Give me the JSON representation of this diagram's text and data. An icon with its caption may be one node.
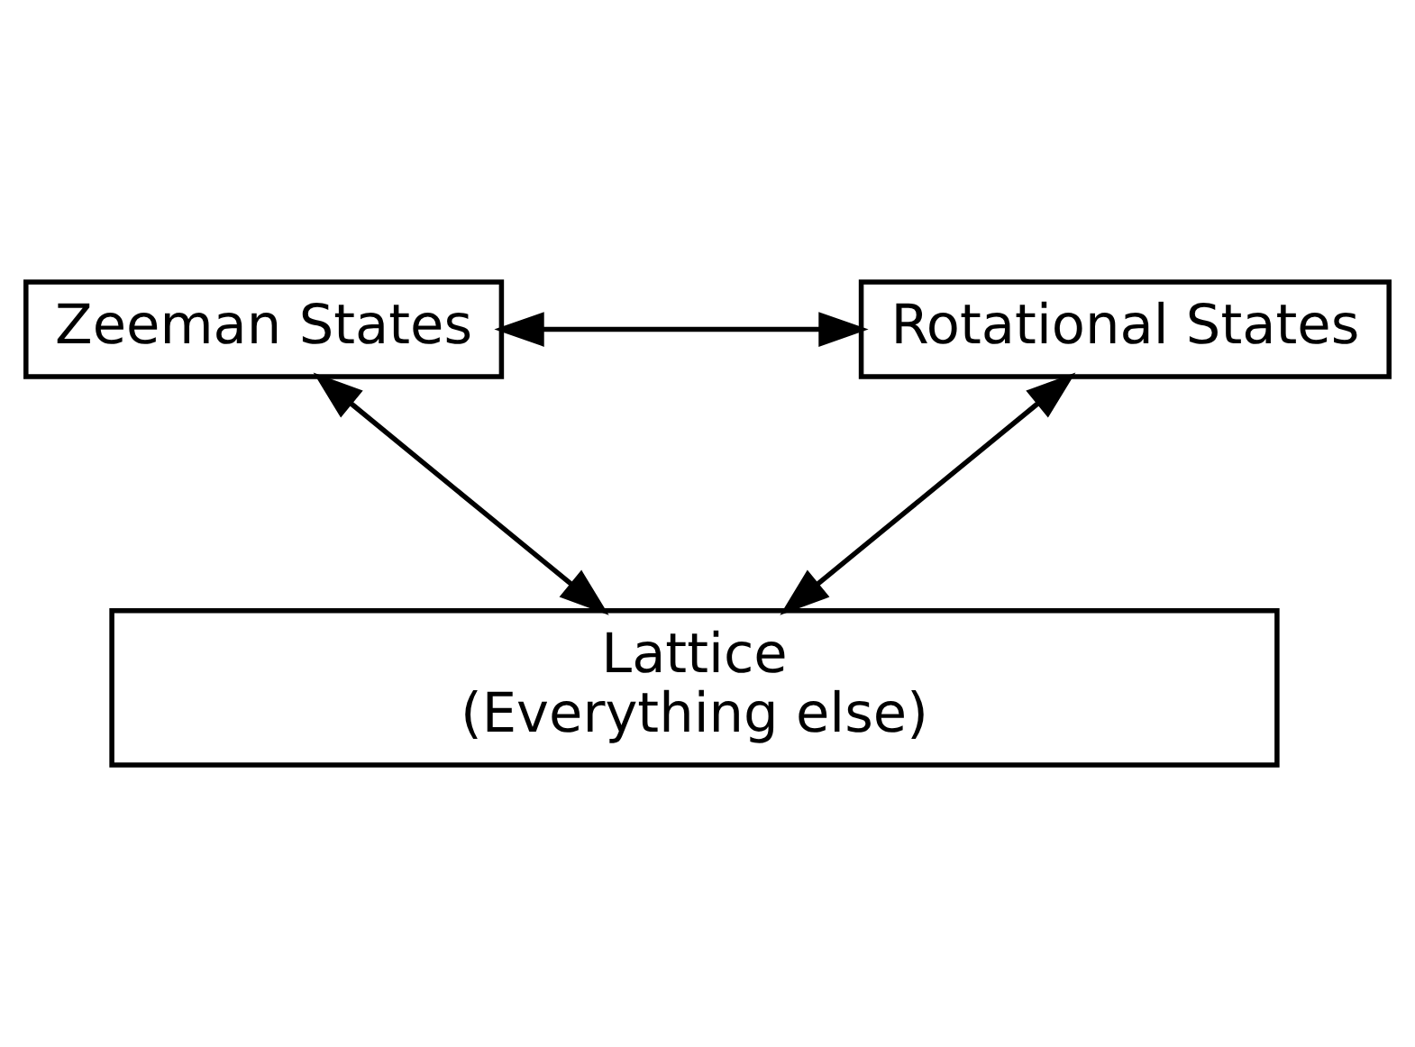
{
  "diagram": {
    "nodes": [
      {
        "text": [
          "Zeeman States"
        ]
      },
      {
        "text": [
          "Rotational States"
        ]
      },
      {
        "text": [
          "Lattice",
          "(Everything else)"
        ]
      }
    ],
    "edges": [
      {
        "from": 0,
        "to": 1,
        "arrow": "both"
      },
      {
        "from": 0,
        "to": 2,
        "arrow": "both"
      },
      {
        "from": 1,
        "to": 2,
        "arrow": "both"
      }
    ]
  }
}
